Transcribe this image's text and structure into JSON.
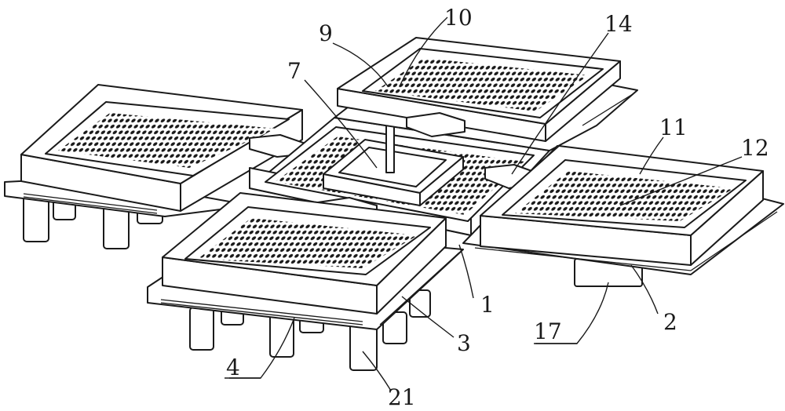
{
  "diagram": {
    "labels": {
      "l1": "1",
      "l2": "2",
      "l3": "3",
      "l4": "4",
      "l7": "7",
      "l9": "9",
      "l10": "10",
      "l11": "11",
      "l12": "12",
      "l14": "14",
      "l17": "17",
      "l21": "21"
    },
    "colors": {
      "line": "#1a1a1a",
      "background": "#ffffff",
      "perforation": "#1a1a1a"
    }
  }
}
